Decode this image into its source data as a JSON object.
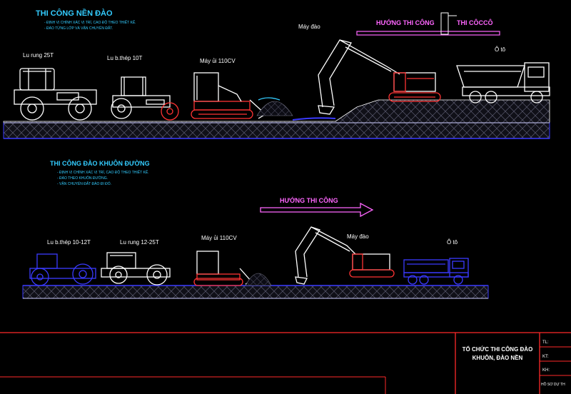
{
  "colors": {
    "background": "#000000",
    "white": "#ffffff",
    "cyan": "#33ccff",
    "red": "#ff3333",
    "blue": "#2a2aff",
    "magenta": "#ff66ff",
    "ground": "#26263a",
    "title_red": "#ff2a2a"
  },
  "section1": {
    "title": "THI CÔNG NỀN ĐÀO",
    "notes": [
      "- ĐỊNH VỊ CHÍNH XÁC VỊ TRÍ, CAO ĐỘ THEO THIẾT KẾ.",
      "- ĐÀO TỪNG LỚP VÀ VẬN CHUYỂN ĐẤT."
    ],
    "direction_label": "HƯỚNG THI CÔNG",
    "direction_label_2": "THI CÔCCÔ",
    "labels": {
      "roller": "Lu rung 25T",
      "steel_roller": "Lu b.thép 10T",
      "dozer": "Máy ủi 110CV",
      "excavator": "Máy đào",
      "truck": "Ô tô"
    }
  },
  "section2": {
    "title": "THI CÔNG ĐÀO KHUÔN ĐƯỜNG",
    "notes": [
      "- ĐỊNH VỊ CHÍNH XÁC VỊ TRÍ, CAO ĐỘ THEO THIẾT KẾ.",
      "- ĐÀO THEO KHUÔN ĐƯỜNG.",
      "- VẬN CHUYỂN ĐẤT ĐÀO ĐI ĐỔ."
    ],
    "direction_label": "HƯỚNG THI CÔNG",
    "labels": {
      "steel_roller": "Lu b.thép 10-12T",
      "roller": "Lu rung 12-25T",
      "dozer": "Máy ủi 110CV",
      "excavator": "Máy đào",
      "truck": "Ô tô"
    }
  },
  "title_block": {
    "title_line1": "TỔ CHỨC THI CÔNG ĐÀO",
    "title_line2": "KHUÔN, ĐÀO NỀN",
    "row1": "TL:",
    "row2": "KT:",
    "row3": "KH:",
    "row4": "HỒ SƠ DỰ TH"
  }
}
